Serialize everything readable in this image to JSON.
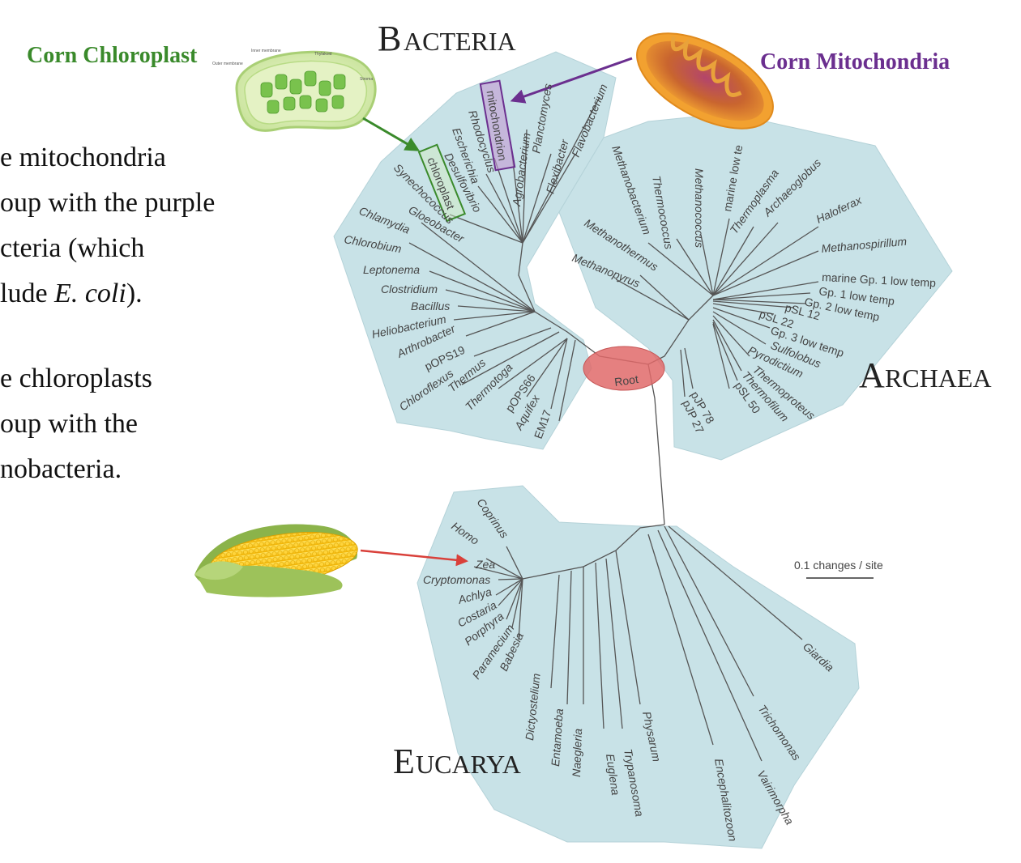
{
  "labels": {
    "corn_chloroplast": "Corn Chloroplast",
    "corn_mitochondria": "Corn Mitochondria",
    "bacteria": "Bacteria",
    "archaea": "Archaea",
    "eucarya": "Eucarya",
    "root": "Root",
    "scale": "0.1 changes / site",
    "mito_box": "mitochondrion",
    "chloro_box": "chloroplast"
  },
  "chloroplast_parts": [
    "Inner membrane",
    "Thylakoid",
    "Outer membrane",
    "Stroma"
  ],
  "notes": {
    "mito_1": "e mitochondria",
    "mito_2": "oup with the purple",
    "mito_3": "cteria (which",
    "mito_4a": "lude ",
    "mito_4b": "E. coli",
    "mito_4c": ").",
    "chloro_1": "e chloroplasts",
    "chloro_2": "oup with the",
    "chloro_3": "nobacteria."
  },
  "bacteria_taxa": [
    "Synechococcus",
    "Gloeobacter",
    "Desulfovibrio",
    "Escherichia",
    "Rhodocyclus",
    "Agrobacterium",
    "Planctomyces",
    "Flexibacter",
    "Flavobacterium",
    "Chlamydia",
    "Chlorobium",
    "Leptonema",
    "Clostridium",
    "Bacillus",
    "Heliobacterium",
    "Arthrobacter",
    "pOPS19",
    "Chloroflexus",
    "Thermus",
    "Thermotoga",
    "pOPS66",
    "Aquifex",
    "EM17"
  ],
  "archaea_taxa": [
    "Methanobacterium",
    "Thermococcus",
    "Methanococcus",
    "marine low te",
    "Thermoplasma",
    "Archaeoglobus",
    "Haloferax",
    "Methanospirillum",
    "Methanothermus",
    "Methanopyrus",
    "marine Gp. 1 low temp",
    "Gp. 1 low temp",
    "Gp. 2 low temp",
    "pSL 12",
    "pSL 22",
    "Gp. 3 low temp",
    "Sulfolobus",
    "Pyrodictium",
    "Thermoproteus",
    "Thermofilum",
    "pSL 50",
    "pJP 78",
    "pJP 27"
  ],
  "eucarya_taxa": [
    "Coprinus",
    "Homo",
    "Zea",
    "Cryptomonas",
    "Achlya",
    "Costaria",
    "Porphyra",
    "Paramecium",
    "Babesia",
    "Dictyostelium",
    "Entamoeba",
    "Naegleria",
    "Euglena",
    "Trypanosoma",
    "Physarum",
    "Encephalitozoon",
    "Vairimorpha",
    "Trichomonas",
    "Giardia"
  ],
  "colors": {
    "domain_fill": "#c8e2e7",
    "chloroplast_green": "#3a8a2b",
    "mitochondria_purple": "#6b2f8f",
    "root_red": "#e06a6a",
    "arrow_red": "#d9403a"
  }
}
